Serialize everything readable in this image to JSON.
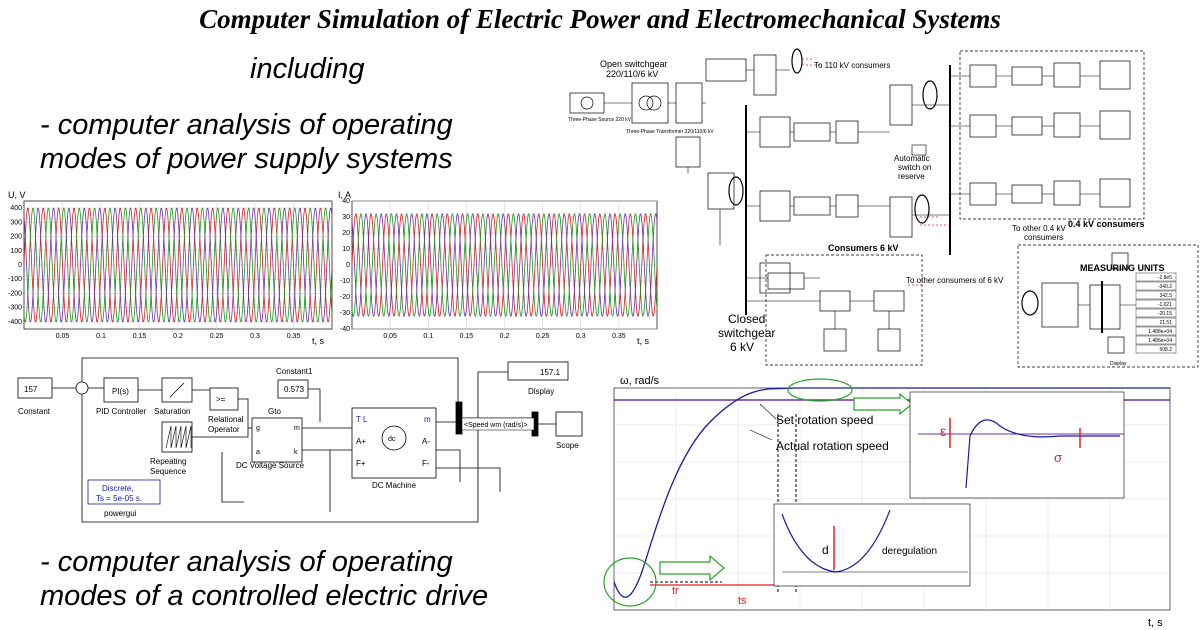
{
  "title": "Computer Simulation of Electric Power and Electromechanical Systems",
  "including": "including",
  "bullet1": [
    "- computer analysis of operating",
    "modes of power supply systems"
  ],
  "bullet2": [
    "- computer analysis of operating",
    "modes of a controlled electric drive"
  ],
  "colors": {
    "phaseA": "#d02020",
    "phaseB": "#1a9a1a",
    "phaseC": "#7030a0",
    "accent_blue": "#1a1aa0",
    "arrow_green": "#2aa02a",
    "marker_red": "#e02020"
  },
  "voltage_plot": {
    "ylabel": "U, V",
    "xlabel": "t, s",
    "yticks": [
      "400",
      "300",
      "200",
      "100",
      "0",
      "-100",
      "-200",
      "-300",
      "-400"
    ],
    "xticks": [
      "0.05",
      "0.1",
      "0.15",
      "0.2",
      "0.25",
      "0.3",
      "0.35"
    ]
  },
  "current_plot": {
    "ylabel": "I, A",
    "xlabel": "t, s",
    "yticks": [
      "40",
      "30",
      "20",
      "10",
      "0",
      "-10",
      "-20",
      "-30",
      "-40"
    ],
    "xticks": [
      "0.05",
      "0.1",
      "0.15",
      "0.2",
      "0.25",
      "0.3",
      "0.35"
    ]
  },
  "power_diagram": {
    "open_switchgear": [
      "Open switchgear",
      "220/110/6 kV"
    ],
    "to_110": "To 110 kV consumers",
    "automatic_switch": [
      "Automatic",
      "switch on",
      "reserve"
    ],
    "to_04": [
      "To other 0.4 kV",
      "consumers"
    ],
    "consumers_04": "0.4 kV consumers",
    "consumers_6": "Consumers 6 kV",
    "to_other_6": "To other consumers of 6 kV",
    "closed_switchgear": [
      "Closed",
      "switchgear",
      "6 kV"
    ],
    "measuring_units": "MEASURING UNITS",
    "source": "Three-Phase Source 220 kV",
    "transformer": "Three-Phase Transformer 220/110/6 kV",
    "readouts": [
      "-2.8e5",
      "-340.2",
      "342.5",
      "-1.021",
      "-20.15",
      "21.51",
      "1.488e+04",
      "1.486e+04",
      "508.2"
    ],
    "display": "Display"
  },
  "drive_diagram": {
    "constant_value": "157",
    "constant_label": "Constant",
    "pid_block": "PI(s)",
    "pid_label": "PID Controller",
    "saturation": "Saturation",
    "relational_block": ">=",
    "relational_label": [
      "Relational",
      "Operator"
    ],
    "repeating": [
      "Repeating",
      "Sequence"
    ],
    "constant1_label": "Constant1",
    "constant1_value": "0.573",
    "gto": "Gto",
    "dc_source": "DC Voltage Source",
    "dc_machine": "DC Machine",
    "dc_block": "dc",
    "port_tl": "T L",
    "port_m": "m",
    "port_ap": "A+",
    "port_am": "A-",
    "port_fp": "F+",
    "port_fm": "F-",
    "gto_g": "g",
    "gto_a": "a",
    "gto_m": "m",
    "gto_k": "k",
    "display_value": "157.1",
    "display_label": "Display",
    "speed_port": "<Speed wm (rad/s)>",
    "scope_label": "Scope",
    "powergui": [
      "Discrete,",
      "Ts = 5e-05 s."
    ],
    "powergui_label": "powergui"
  },
  "speed_plot": {
    "ylabel": "ω, rad/s",
    "xlabel": "t, s",
    "set_speed": "Set rotation speed",
    "actual_speed": "Actual rotation speed",
    "epsilon": "ε",
    "sigma": "σ",
    "d": "d",
    "deregulation": "deregulation",
    "tr": "tr",
    "ts": "ts"
  },
  "chart_data": [
    {
      "type": "line",
      "title": "",
      "xlabel": "t, s",
      "ylabel": "U, V",
      "xlim": [
        0,
        0.4
      ],
      "ylim": [
        -450,
        450
      ],
      "series": [
        {
          "kind": "sine",
          "amplitude": 400,
          "frequency_hz": 50,
          "phases_deg": [
            0,
            120,
            240
          ]
        }
      ]
    },
    {
      "type": "line",
      "title": "",
      "xlabel": "t, s",
      "ylabel": "I, A",
      "xlim": [
        0,
        0.4
      ],
      "ylim": [
        -40,
        40
      ],
      "series": [
        {
          "kind": "sine",
          "amplitude": 32,
          "frequency_hz": 50,
          "phases_deg": [
            0,
            120,
            240
          ]
        }
      ]
    },
    {
      "type": "line",
      "title": "",
      "xlabel": "t, s",
      "ylabel": "ω, rad/s",
      "xlim": [
        0,
        1.6
      ],
      "ylim": [
        -20,
        170
      ],
      "series": [
        {
          "name": "Set rotation speed",
          "value": 157
        },
        {
          "name": "Actual rotation speed",
          "final": 157
        }
      ]
    }
  ]
}
